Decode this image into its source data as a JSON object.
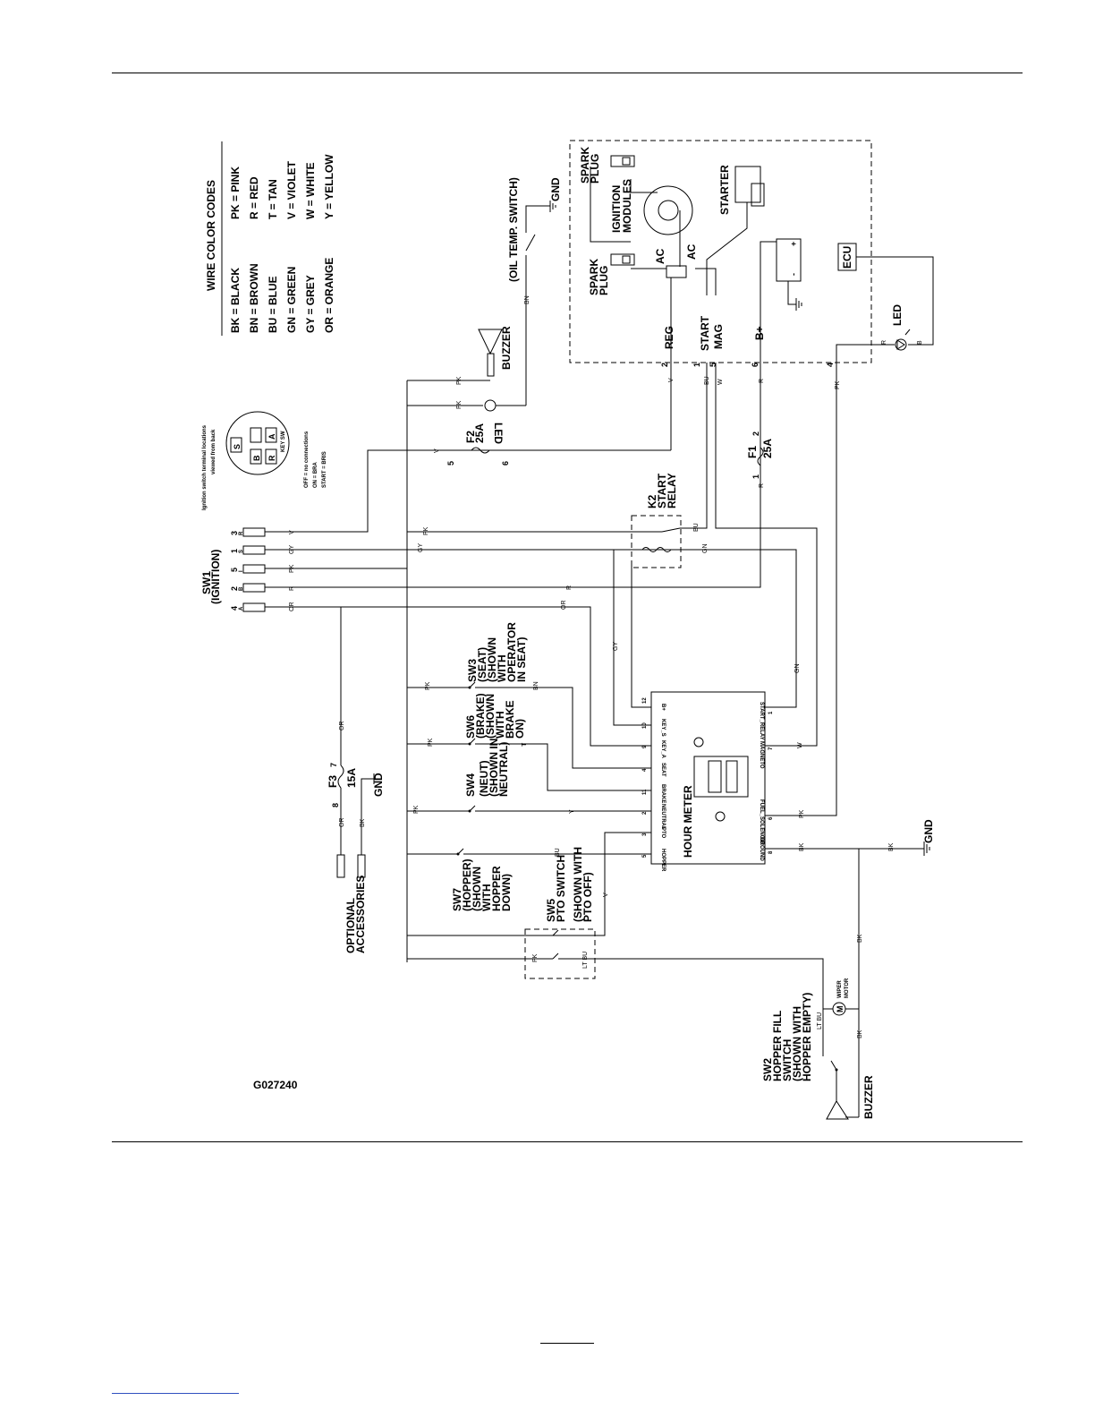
{
  "figure_id": "G027240",
  "legend": {
    "title": "WIRE COLOR CODES",
    "col1": [
      "BK  =  BLACK",
      "BN  =  BROWN",
      "BU  =  BLUE",
      "GN  =  GREEN",
      "GY  =  GREY",
      "OR  =  ORANGE"
    ],
    "col2": [
      "PK  =  PINK",
      "R  =  RED",
      "T  =  TAN",
      "V  =  VIOLET",
      "W  =  WHITE",
      "Y  =  YELLOW"
    ]
  },
  "key_switch": {
    "caption1": "Ignition switch terminal locations",
    "caption2": "viewed from back",
    "name": "KEY SW",
    "terminals": [
      "S",
      "B",
      "R",
      "A"
    ],
    "off": "OFF  =  no connections",
    "on": "ON = BRA",
    "start": "START = BRIS"
  },
  "sw1": {
    "label1": "SW1",
    "label2": "(IGNITION)",
    "pins": [
      {
        "num": "3",
        "letter": "R",
        "wire": "V"
      },
      {
        "num": "1",
        "letter": "S",
        "wire": "GY"
      },
      {
        "num": "5",
        "letter": "I",
        "wire": "PK"
      },
      {
        "num": "2",
        "letter": "B",
        "wire": "R"
      },
      {
        "num": "4",
        "letter": "A",
        "wire": "OR"
      }
    ]
  },
  "engine": {
    "spark_plug_top": [
      "SPARK",
      "PLUG"
    ],
    "spark_plug_bottom": [
      "SPARK",
      "PLUG"
    ],
    "ignition_modules": [
      "IGNITION",
      "MODULES"
    ],
    "ac_left": "AC",
    "ac_right": "AC",
    "starter": "STARTER",
    "ecu": "ECU",
    "plus": "+",
    "minus": "-",
    "terminals": [
      {
        "name": "REG",
        "num": "2",
        "wire": "V"
      },
      {
        "name": "START",
        "num": "1",
        "wire": "BU"
      },
      {
        "name": "MAG",
        "num": "5",
        "wire": "W"
      },
      {
        "name": "B+",
        "num": "6",
        "wire": "R"
      }
    ],
    "ecu_pin": "4",
    "ecu_wire": "PK"
  },
  "led_top": {
    "label": "LED",
    "r": "R",
    "b": "B"
  },
  "oil_temp": {
    "label": "(OIL TEMP. SWITCH)",
    "gnd": "GND",
    "wire": "BN"
  },
  "buzzer_top": {
    "label": "BUZZER",
    "wire1": "PK",
    "wire2": "PK"
  },
  "led_mid": {
    "label": "LED"
  },
  "f2": {
    "name": "F2",
    "rating": "25A",
    "pin_a": "5",
    "pin_b": "6",
    "wire": "V"
  },
  "f1": {
    "name": "F1",
    "rating": "25A",
    "pin_a": "1",
    "pin_b": "2",
    "wire": "R"
  },
  "f3": {
    "name": "F3",
    "rating": "15A",
    "pin_a": "8",
    "pin_b": "7",
    "gnd": "GND",
    "wire_or": "OR",
    "wire_bk": "BK"
  },
  "k2": {
    "name": "K2",
    "l1": "START",
    "l2": "RELAY",
    "wire_pk": "PK",
    "wire_gy": "GY",
    "wire_bu": "BU",
    "wire_gn": "GN"
  },
  "wires_misc": {
    "r": "R",
    "or": "OR",
    "gy": "GY",
    "gn": "GN",
    "bk": "BK",
    "pk": "PK",
    "w": "W",
    "v": "V",
    "bu": "BU",
    "bn": "BN",
    "t": "T",
    "y": "Y"
  },
  "switches": {
    "sw3": [
      "SW3",
      "(SEAT)",
      "(SHOWN",
      "WITH",
      "OPERATOR",
      "IN SEAT)"
    ],
    "sw6": [
      "SW6",
      "(BRAKE)",
      "(SHOWN",
      "WITH",
      "BRAKE",
      "ON)"
    ],
    "sw4": [
      "SW4",
      "(NEUT)",
      "(SHOWN IN",
      "NEUTRAL)"
    ],
    "sw7": [
      "SW7",
      "(HOPPER)",
      "(SHOWN",
      "WITH",
      "HOPPER",
      "DOWN)"
    ],
    "sw5": [
      "SW5",
      "PTO SWITCH",
      "(SHOWN WITH",
      "PTO OFF)"
    ],
    "sw2": [
      "SW2",
      "HOPPER FILL",
      "SWITCH",
      "(SHOWN WITH",
      "HOPPER EMPTY)"
    ]
  },
  "hour_meter": {
    "title": "HOUR METER",
    "left_pins": [
      {
        "name": "B+",
        "num": "12"
      },
      {
        "name": "KEY_S",
        "num": "10"
      },
      {
        "name": "KEY_A",
        "num": "9"
      },
      {
        "name": "SEAT",
        "num": "4"
      },
      {
        "name": "BRAKE",
        "num": "11"
      },
      {
        "name": "NEUTRAL",
        "num": "2"
      },
      {
        "name": "PTO",
        "num": "3"
      },
      {
        "name": "HOPPER",
        "num": "5"
      }
    ],
    "right_pins": [
      {
        "name": "START_RELAY",
        "num": "1"
      },
      {
        "name": "MAGNETO",
        "num": "7"
      },
      {
        "name": "FUEL_SOLENOID",
        "num": "6"
      },
      {
        "name": "GROUND",
        "num": "8"
      }
    ]
  },
  "gnd_right": "GND",
  "optional_accessories": [
    "OPTIONAL",
    "ACCESSORIES"
  ],
  "wiper_motor": {
    "m": "M",
    "l1": "WIPER",
    "l2": "MOTOR",
    "wire_lt": "LT BU",
    "wire_bk": "BK"
  },
  "buzzer_bottom": "BUZZER",
  "pto_wires": {
    "pk": "PK",
    "lt_bu": "LT BU"
  }
}
